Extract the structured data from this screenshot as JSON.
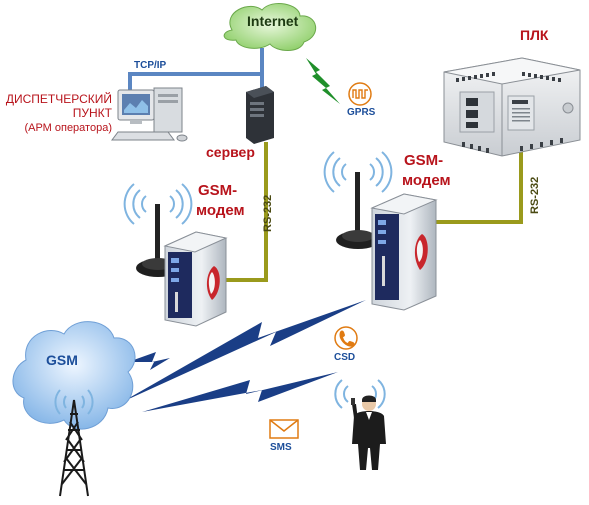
{
  "labels": {
    "internet": "Internet",
    "tcpip": "TCP/IP",
    "dispatch_line1": "ДИСПЕТЧЕРСКИЙ",
    "dispatch_line2": "ПУНКТ",
    "dispatch_line3": "(АРМ оператора)",
    "server": "сервер",
    "plc": "ПЛК",
    "gsm_modem_left_line1": "GSM-",
    "gsm_modem_left_line2": "модем",
    "gsm_modem_right_line1": "GSM-",
    "gsm_modem_right_line2": "модем",
    "rs232_left": "RS-232",
    "rs232_right": "RS-232",
    "gprs": "GPRS",
    "csd": "CSD",
    "sms": "SMS",
    "gsm_cloud": "GSM"
  },
  "colors": {
    "tcpip_line": "#5b86c2",
    "rs232_line": "#9a9a1c",
    "lightning": "#1f8f2a",
    "lightning_dark": "#1a3e86",
    "label_red": "#b8141c",
    "label_blue": "#1c4e9a",
    "cloud_green": "#a9d88a",
    "cloud_blue": "#9ec6ee",
    "icon_orange": "#e07b12"
  }
}
